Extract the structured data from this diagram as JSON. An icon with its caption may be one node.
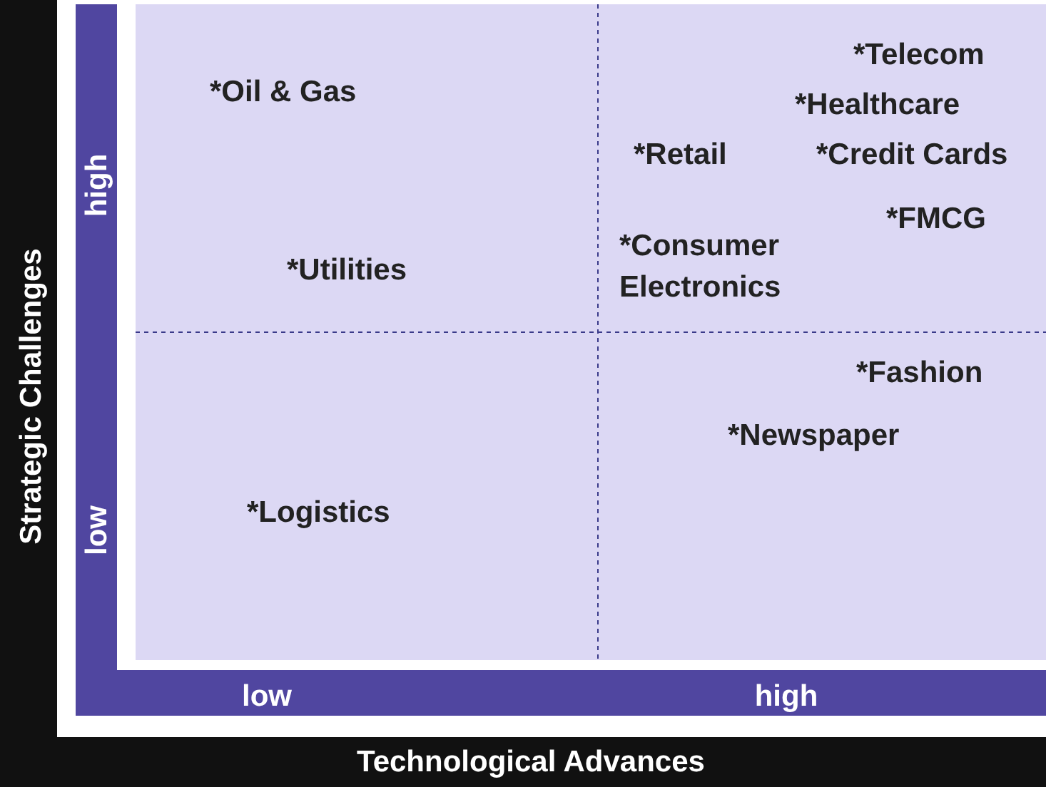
{
  "diagram": {
    "labels": [
      "*Telecom",
      "*Oil & Gas",
      "*Healthcare",
      "*Retail",
      "*Credit Cards",
      "*FMCG",
      "*Consumer Electronics",
      "*Utilities",
      "*Fashion",
      "*Newspaper",
      "*Logistics",
      "high",
      "low",
      "Strategic Challenges",
      "low",
      "high",
      "Technological Advances"
    ]
  }
}
